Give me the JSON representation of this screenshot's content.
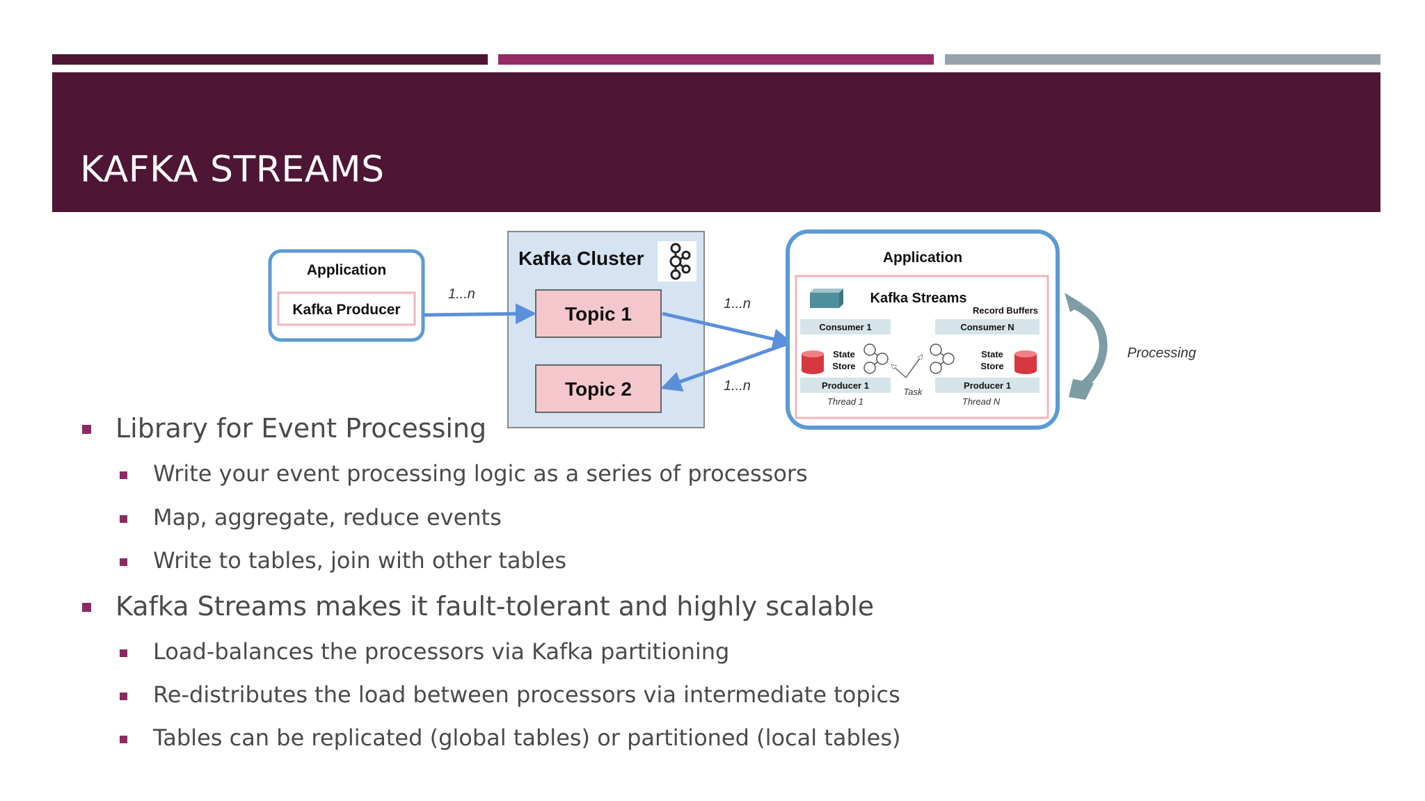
{
  "colors": {
    "bar_dark": "#4f1534",
    "bar_magenta": "#962a64",
    "bar_gray": "#98a2ab",
    "title_band": "#4f1534",
    "bullet": "#8a2a62",
    "text": "#4a4a4a"
  },
  "slide": {
    "title": "KAFKA STREAMS"
  },
  "diagram": {
    "producer_app": {
      "title": "Application",
      "producer_label": "Kafka Producer"
    },
    "multiplicity_left": "1...n",
    "cluster": {
      "title": "Kafka Cluster",
      "icon": "kafka-logo-icon",
      "topics": [
        "Topic 1",
        "Topic 2"
      ]
    },
    "multiplicity_right_top": "1...n",
    "multiplicity_right_bottom": "1...n",
    "streams_app": {
      "title": "Application",
      "streams_label": "Kafka Streams",
      "record_buffers": "Record Buffers",
      "consumer_1": "Consumer 1",
      "consumer_n": "Consumer N",
      "state_store_line1": "State",
      "state_store_line2": "Store",
      "producer_1_left": "Producer 1",
      "producer_1_right": "Producer 1",
      "thread_1": "Thread 1",
      "thread_n": "Thread N",
      "task": "Task"
    },
    "processing_label": "Processing"
  },
  "bullets": [
    {
      "text": "Library for Event Processing",
      "children": [
        "Write your event processing logic as a series of processors",
        "Map, aggregate, reduce events",
        "Write to tables, join with other tables"
      ]
    },
    {
      "text": "Kafka Streams makes it fault-tolerant and highly scalable",
      "children": [
        "Load-balances the processors via Kafka partitioning",
        "Re-distributes the load between processors via intermediate topics",
        "Tables can be replicated (global tables) or partitioned (local tables)"
      ]
    }
  ]
}
